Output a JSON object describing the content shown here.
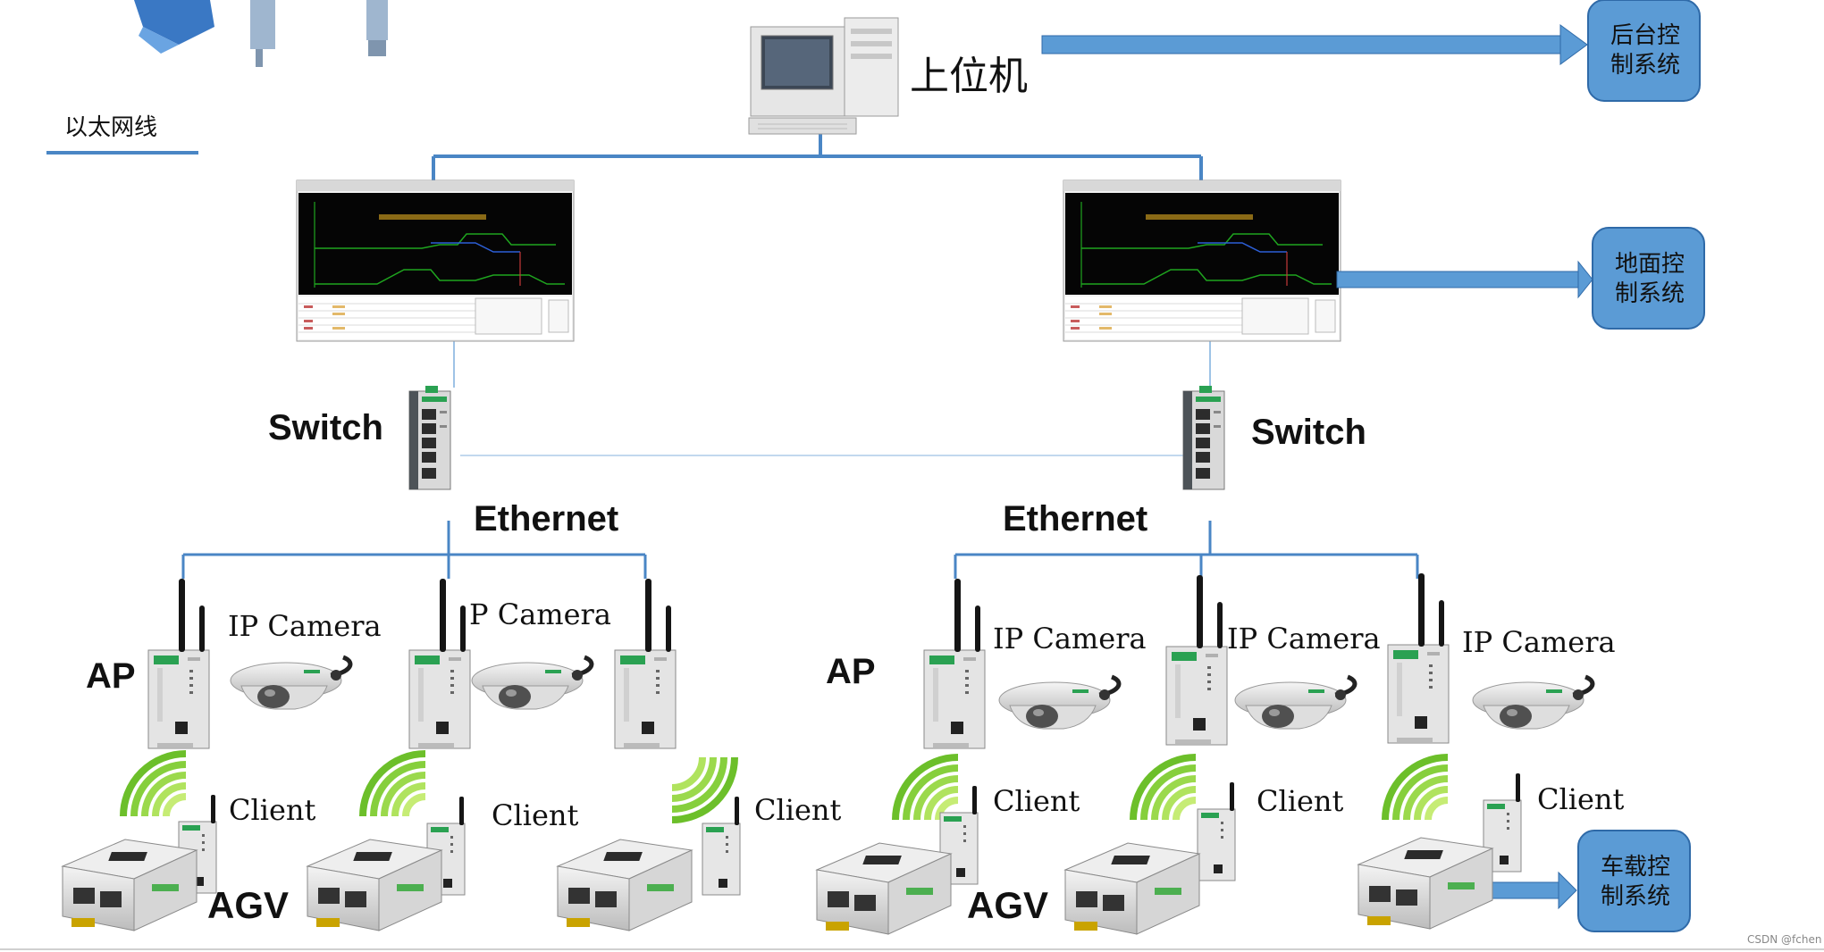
{
  "top": {
    "host_label": "上位机"
  },
  "legend": {
    "ethernet_line_label": "以太网线"
  },
  "boxes": {
    "backend": [
      "后台控",
      "制系统"
    ],
    "ground": [
      "地面控",
      "制系统"
    ],
    "vehicle": [
      "车载控",
      "制系统"
    ]
  },
  "left_group": {
    "switch_label": "Switch",
    "ethernet_label": "Ethernet",
    "ap_label": "AP",
    "agv_label": "AGV",
    "camera_labels": [
      "IP Camera",
      "P Camera"
    ],
    "client_labels": [
      "Client",
      "Client",
      "Client"
    ]
  },
  "right_group": {
    "switch_label": "Switch",
    "ethernet_label": "Ethernet",
    "ap_label": "AP",
    "agv_label": "AGV",
    "camera_labels": [
      "IP Camera",
      "IP Camera",
      "IP Camera"
    ],
    "client_labels": [
      "Client",
      "Client",
      "Client"
    ]
  },
  "watermark": "CSDN @fchen",
  "colors": {
    "line": "#4a86c5",
    "box_fill": "#5b9bd5",
    "box_stroke": "#2f6aa8",
    "wifi": "#5fb81f"
  }
}
